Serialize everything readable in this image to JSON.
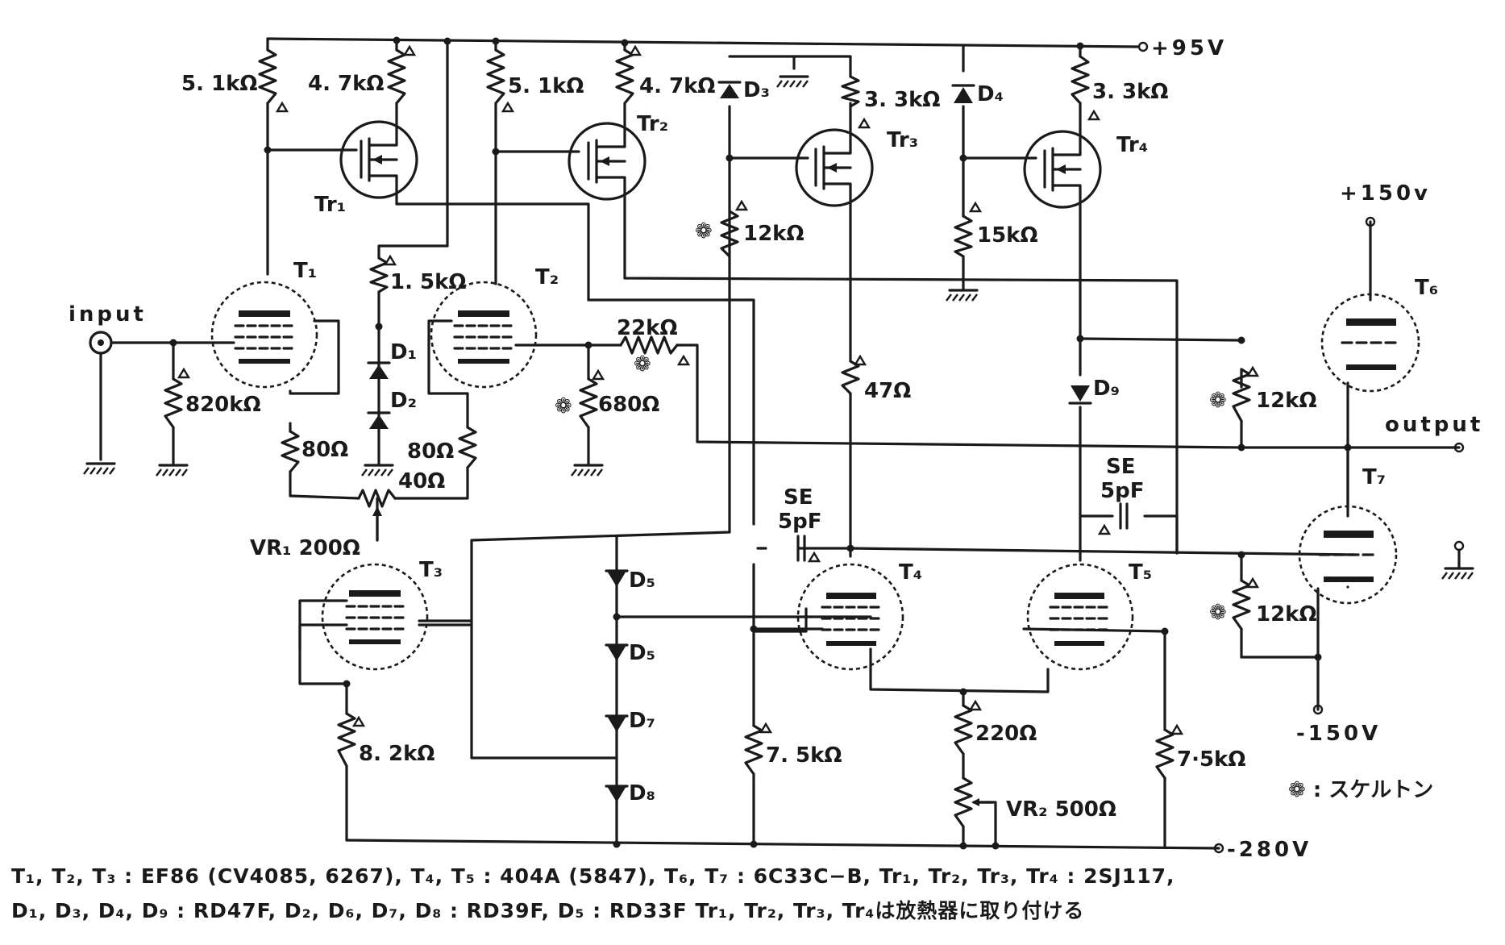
{
  "rails": {
    "plus95": "+95V",
    "plus150": "+150v",
    "minus150": "-150V",
    "minus280": "-280V"
  },
  "io": {
    "input": "input",
    "output": "output"
  },
  "tubes": {
    "t1": "T₁",
    "t2": "T₂",
    "t3": "T₃",
    "t4": "T₄",
    "t5": "T₅",
    "t6": "T₆",
    "t7": "T₇"
  },
  "fets": {
    "tr1": "Tr₁",
    "tr2": "Tr₂",
    "tr3": "Tr₃",
    "tr4": "Tr₄"
  },
  "diodes": {
    "d1": "D₁",
    "d2": "D₂",
    "d3": "D₃",
    "d4": "D₄",
    "d5a": "D₅",
    "d6": "D₅",
    "d7": "D₇",
    "d8": "D₈",
    "d9": "D₉"
  },
  "resistors": {
    "r_t1_plate": "5. 1kΩ",
    "r_tr1": "4. 7kΩ",
    "r_t2_plate": "5. 1kΩ",
    "r_tr2": "4. 7kΩ",
    "r_tr3": "3. 3kΩ",
    "r_tr4": "3. 3kΩ",
    "r_12k_a": "12kΩ",
    "r_15k": "15kΩ",
    "r_1_5k": "1. 5kΩ",
    "r_22k": "22kΩ",
    "r_680": "680Ω",
    "r_820k": "820kΩ",
    "r_80_l": "80Ω",
    "r_80_r": "80Ω",
    "r_40": "40Ω",
    "r_47": "47Ω",
    "r_12k_b": "12kΩ",
    "r_12k_c": "12kΩ",
    "r_8_2k": "8. 2kΩ",
    "r_7_5k_a": "7. 5kΩ",
    "r_7_5k_b": "7·5kΩ",
    "r_220": "220Ω"
  },
  "pots": {
    "vr1": "VR₁ 200Ω",
    "vr2": "VR₂ 500Ω"
  },
  "caps": {
    "se1_type": "SE",
    "se1_value": "5pF",
    "se2_type": "SE",
    "se2_value": "5pF"
  },
  "marks": {
    "asterisk": "❁",
    "legend": "❁ : スケルトン"
  },
  "parts_list": {
    "line1": "T₁, T₂, T₃ : EF86 (CV4085, 6267), T₄, T₅ : 404A (5847), T₆, T₇ : 6C33C−B, Tr₁, Tr₂, Tr₃, Tr₄ : 2SJ117,",
    "line2": "D₁, D₃, D₄, D₉ : RD47F, D₂, D₆, D₇, D₈ : RD39F, D₅ : RD33F  Tr₁, Tr₂, Tr₃, Tr₄は放熱器に取り付ける"
  }
}
